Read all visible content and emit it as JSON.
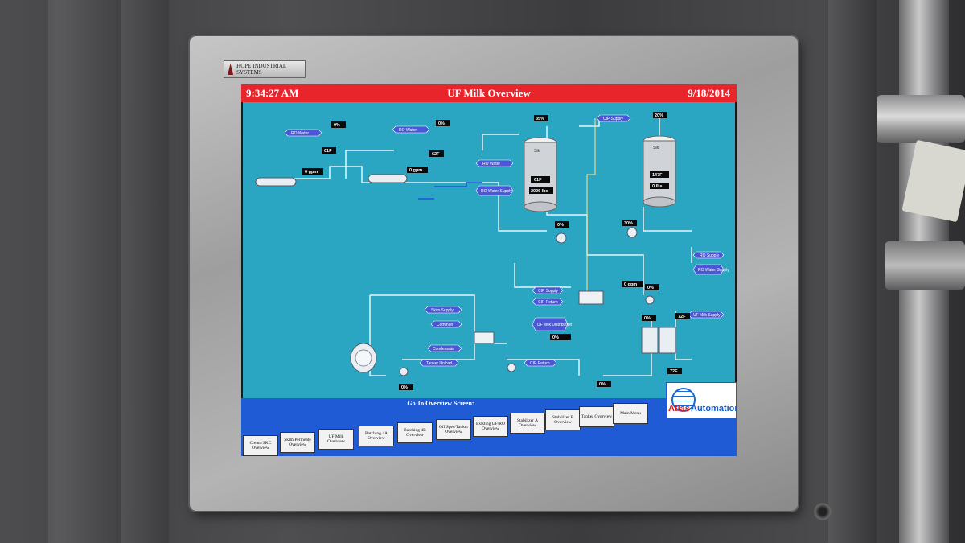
{
  "badge": {
    "brand": "HOPE INDUSTRIAL SYSTEMS"
  },
  "hmi": {
    "time": "9:34:27 AM",
    "title": "UF Milk Overview",
    "date": "9/18/2014",
    "colors": {
      "titlebar": "#e8252a",
      "background": "#2aa6c2",
      "navbar": "#1f5bd4",
      "arrow_tag": "#4a58d8"
    },
    "tags": {
      "ro_water_1": "RO Water",
      "ro_water_2": "RO Water",
      "ro_water_3": "RO Water",
      "ro_water_supply": "RO Water Supply",
      "cip_supply_top": "CIP Supply",
      "skim_supply": "Skim Supply",
      "cip_supply_mid": "CIP Supply",
      "cip_return_mid": "CIP Return",
      "uf_milk_distribution": "UF Milk Distribution",
      "cip_return_low": "CIP Return",
      "tanker_unload": "Tanker Unload",
      "uf_milk_supply": "UF Milk Supply",
      "ro_supply": "RO Supply",
      "ro_water_supply_right": "RO Water Supply",
      "common": "Common",
      "condensate": "Condensate"
    },
    "readouts": {
      "r1": "0%",
      "r2": "0%",
      "r3": "61F",
      "r4": "62F",
      "r5": "0 gpm",
      "r6": "0 gpm",
      "r7": "35%",
      "r8": "20%",
      "r9": "61F",
      "r10": "147F",
      "r11": "2006 lbs",
      "r12": "0 lbs",
      "r13": "0%",
      "r14": "30%",
      "r15": "0 gpm",
      "r16": "0%",
      "r17": "0%",
      "r18": "72F",
      "r19": "72F",
      "r20": "0%",
      "r21": "0%",
      "r22": "0%"
    },
    "silos": {
      "left": "Silo",
      "right": "Silo"
    },
    "nav": {
      "header": "Go To Overview Screen:",
      "buttons": [
        "Cream/SKC Overview",
        "Skim/Permeate Overview",
        "UF Milk Overview",
        "Batching 4A Overview",
        "Batching 4B Overview",
        "Off Spec/Tanker Overview",
        "Existing UF/RO Overview",
        "Stabilizer A Overview",
        "Stabilizer B Overview",
        "Tanker Overview",
        "Main Menu"
      ]
    },
    "logo": {
      "word1": "Atlas",
      "word2": "Automation"
    }
  }
}
